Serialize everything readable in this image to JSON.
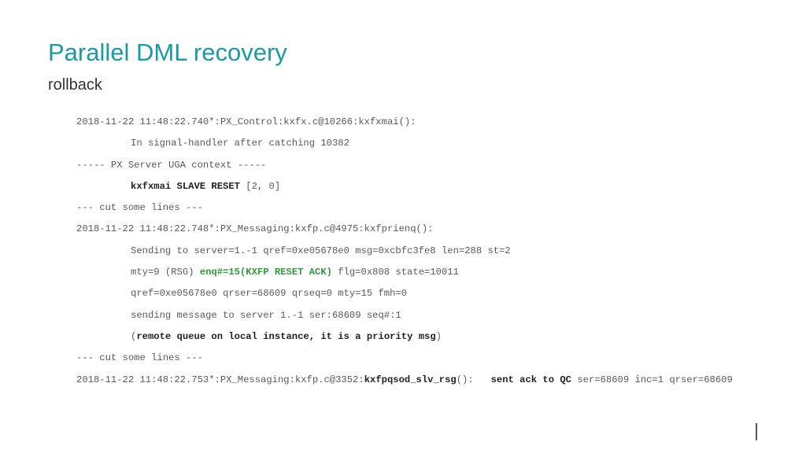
{
  "slide": {
    "title": "Parallel DML recovery",
    "subtitle": "rollback"
  },
  "log": {
    "line1": "2018-11-22 11:48:22.740*:PX_Control:kxfx.c@10266:kxfxmai():",
    "line2": "In signal-handler after catching 10382",
    "line3": "----- PX Server UGA context -----",
    "line4": {
      "bold": "kxfxmai SLAVE RESET",
      "rest": " [2, 0]"
    },
    "line5": "--- cut some lines ---",
    "line6": "2018-11-22 11:48:22.748*:PX_Messaging:kxfp.c@4975:kxfprienq():",
    "line7": "Sending to server=1.-1 qref=0xe05678e0 msg=0xcbfc3fe8 len=288 st=2",
    "line8": {
      "pre": "mty=9 (RSG) ",
      "green": "enq#=15(KXFP RESET ACK)",
      "post": " flg=0x808 state=10011"
    },
    "line9": "qref=0xe05678e0 qrser=68609 qrseq=0 mty=15 fmh=0",
    "line10": "sending message to server 1.-1 ser:68609 seq#:1",
    "line11": {
      "open": "(",
      "bold": "remote queue on local instance, it is a priority msg",
      "close": ")"
    },
    "line12": "--- cut some lines ---",
    "line13": {
      "pre": "2018-11-22 11:48:22.753*:PX_Messaging:kxfp.c@3352:",
      "fn": "kxfpqsod_slv_rsg",
      "mid": "():   ",
      "ack": "sent ack to QC",
      "post": " ser=68609 inc=1 qrser=68609"
    }
  }
}
